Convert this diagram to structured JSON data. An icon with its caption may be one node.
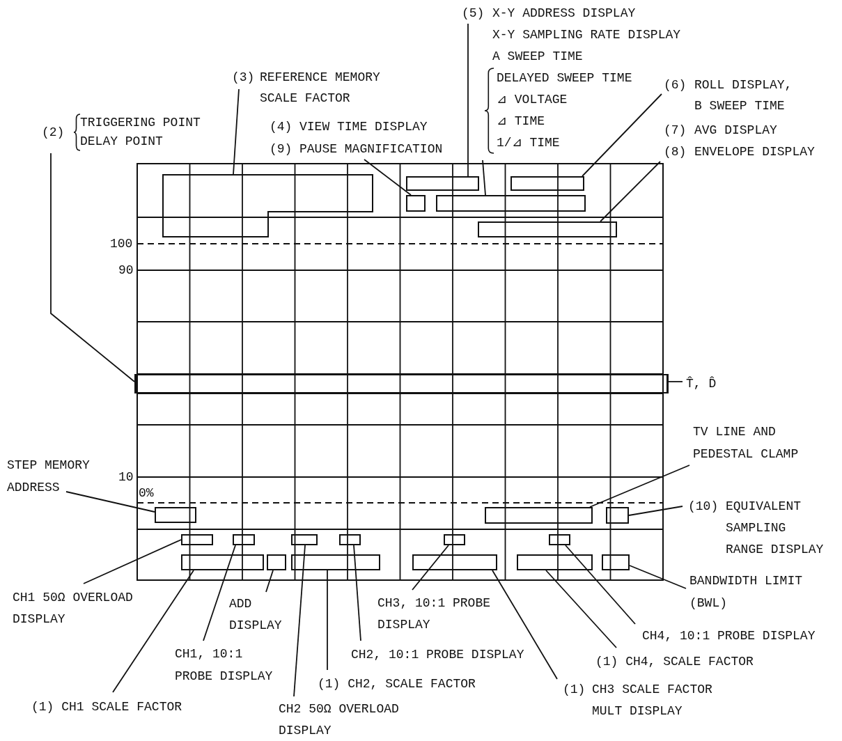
{
  "diagram": {
    "nodes": [
      {
        "text": [
          "(2)",
          "TRIGGERING POINT",
          "DELAY POINT"
        ]
      },
      {
        "text": [
          "(3)",
          "REFERENCE MEMORY SCALE FACTOR"
        ]
      },
      {
        "text": [
          "(4)",
          "VIEW TIME DISPLAY"
        ]
      },
      {
        "text": [
          "(9)",
          "PAUSE MAGNIFICATION"
        ]
      },
      {
        "text": [
          "(5)",
          "X-Y ADDRESS DISPLAY",
          "X-Y SAMPLING RATE DISPLAY",
          "A SWEEP TIME",
          "DELAYED SWEEP TIME",
          "⊿ VOLTAGE",
          "⊿ TIME",
          "1/⊿ TIME"
        ]
      },
      {
        "text": [
          "(6)",
          "ROLL DISPLAY, B SWEEP TIME"
        ]
      },
      {
        "text": [
          "(7)",
          "AVG DISPLAY"
        ]
      },
      {
        "text": [
          "(8)",
          "ENVELOPE DISPLAY"
        ]
      },
      {
        "text": [
          "STEP MEMORY ADDRESS"
        ]
      },
      {
        "text": [
          "TV LINE AND PEDESTAL CLAMP"
        ]
      },
      {
        "text": [
          "(10)",
          "EQUIVALENT SAMPLING RANGE DISPLAY"
        ]
      },
      {
        "text": [
          "BANDWIDTH LIMIT (BWL)"
        ]
      },
      {
        "text": [
          "T̂, D̂"
        ]
      },
      {
        "text": [
          "CH1 50Ω OVERLOAD DISPLAY"
        ]
      },
      {
        "text": [
          "ADD DISPLAY"
        ]
      },
      {
        "text": [
          "CH1, 10:1 PROBE DISPLAY"
        ]
      },
      {
        "text": [
          "(1) CH1 SCALE FACTOR"
        ]
      },
      {
        "text": [
          "CH2 50Ω OVERLOAD DISPLAY"
        ]
      },
      {
        "text": [
          "(1) CH2, SCALE FACTOR"
        ]
      },
      {
        "text": [
          "CH2, 10:1 PROBE DISPLAY"
        ]
      },
      {
        "text": [
          "CH3, 10:1 PROBE DISPLAY"
        ]
      },
      {
        "text": [
          "(1)",
          "CH3 SCALE FACTOR MULT DISPLAY"
        ]
      },
      {
        "text": [
          "(1) CH4, SCALE FACTOR"
        ]
      },
      {
        "text": [
          "CH4, 10:1 PROBE DISPLAY"
        ]
      },
      {
        "text": [],
        "shape": "box"
      },
      {
        "text": [],
        "shape": "box"
      },
      {
        "text": [],
        "shape": "box"
      },
      {
        "text": [],
        "shape": "box"
      },
      {
        "text": [],
        "shape": "box"
      },
      {
        "text": [],
        "shape": "box"
      },
      {
        "text": [],
        "shape": "bar"
      },
      {
        "text": [],
        "shape": "box"
      },
      {
        "text": [],
        "shape": "box"
      },
      {
        "text": [],
        "shape": "box"
      },
      {
        "text": [],
        "shape": "box"
      },
      {
        "text": [],
        "shape": "box"
      },
      {
        "text": [],
        "shape": "box"
      },
      {
        "text": [],
        "shape": "box"
      },
      {
        "text": [],
        "shape": "box"
      },
      {
        "text": [],
        "shape": "box"
      },
      {
        "text": [],
        "shape": "box"
      },
      {
        "text": [],
        "shape": "box"
      },
      {
        "text": [],
        "shape": "box"
      },
      {
        "text": [],
        "shape": "box"
      },
      {
        "text": [],
        "shape": "box"
      },
      {
        "text": [],
        "shape": "box"
      }
    ],
    "edges": [
      {
        "from": 0,
        "to": 30,
        "arrow": "none"
      },
      {
        "from": 1,
        "to": 24,
        "arrow": "none"
      },
      {
        "from": 3,
        "to": 25,
        "arrow": "none"
      },
      {
        "from": 4,
        "to": 26,
        "arrow": "none"
      },
      {
        "from": 4,
        "to": 27,
        "arrow": "none"
      },
      {
        "from": 5,
        "to": 28,
        "arrow": "none"
      },
      {
        "from": 7,
        "to": 29,
        "arrow": "none"
      },
      {
        "from": 12,
        "to": 30,
        "arrow": "none"
      },
      {
        "from": 8,
        "to": 31,
        "arrow": "none"
      },
      {
        "from": 9,
        "to": 32,
        "arrow": "none"
      },
      {
        "from": 10,
        "to": 33,
        "arrow": "none"
      },
      {
        "from": 11,
        "to": 45,
        "arrow": "none"
      },
      {
        "from": 13,
        "to": 34,
        "arrow": "none"
      },
      {
        "from": 16,
        "to": 40,
        "arrow": "none"
      },
      {
        "from": 15,
        "to": 35,
        "arrow": "none"
      },
      {
        "from": 14,
        "to": 41,
        "arrow": "none"
      },
      {
        "from": 17,
        "to": 36,
        "arrow": "none"
      },
      {
        "from": 18,
        "to": 42,
        "arrow": "none"
      },
      {
        "from": 19,
        "to": 37,
        "arrow": "none"
      },
      {
        "from": 20,
        "to": 38,
        "arrow": "none"
      },
      {
        "from": 21,
        "to": 43,
        "arrow": "none"
      },
      {
        "from": 22,
        "to": 44,
        "arrow": "none"
      },
      {
        "from": 23,
        "to": 39,
        "arrow": "none"
      }
    ],
    "labels": [
      "100",
      "90",
      "10",
      "0%"
    ]
  }
}
